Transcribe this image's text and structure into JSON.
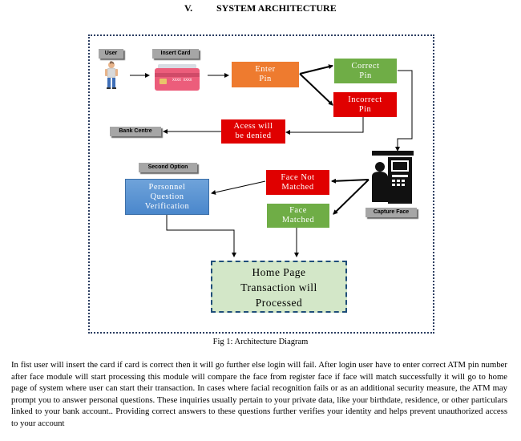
{
  "section": {
    "number": "V.",
    "title": "SYSTEM ARCHITECTURE"
  },
  "labels": {
    "user": "User",
    "insert_card": "Insert Card",
    "bank_centre": "Bank Centre",
    "second_option": "Second Option",
    "capture_face": "Capture Face"
  },
  "nodes": {
    "enter_pin": "Enter\nPin",
    "correct_pin": "Correct\nPin",
    "incorrect_pin": "Incorrect\nPin",
    "access_denied": "Acess will\nbe denied",
    "face_not_matched": "Face Not\nMatched",
    "face_matched": "Face\nMatched",
    "personnel_verification": "Personnel\nQuestion\nVerification",
    "home_page": "Home Page\nTransaction will\nProcessed"
  },
  "card_digits": "XXXX XXXX",
  "figure_caption": "Fig 1: Architecture Diagram",
  "paragraph": "In fist user will insert the card if card is correct then it will go further else login will fail. After login user have to enter correct ATM pin number after face module will start processing this module will compare the face from register face if face will match successfully it will go to home page of system where user can start their transaction. In cases where facial recognition fails or as an additional security measure, the ATM may prompt you to answer personal questions. These inquiries usually pertain to your private data, like your birthdate, residence, or other particulars linked to your bank account.. Providing correct answers to these questions further verifies your identity and helps prevent unauthorized access to your account",
  "colors": {
    "orange": "#ee7b2f",
    "green": "#6fad46",
    "red": "#e00000",
    "blue": "#4a87cc",
    "home_fill": "#d3e7c8",
    "label_gray": "#a6a6a6",
    "frame_border": "#2c3e62"
  },
  "icons": [
    "user-person-icon",
    "atm-card-icon",
    "atm-face-capture-icon"
  ]
}
